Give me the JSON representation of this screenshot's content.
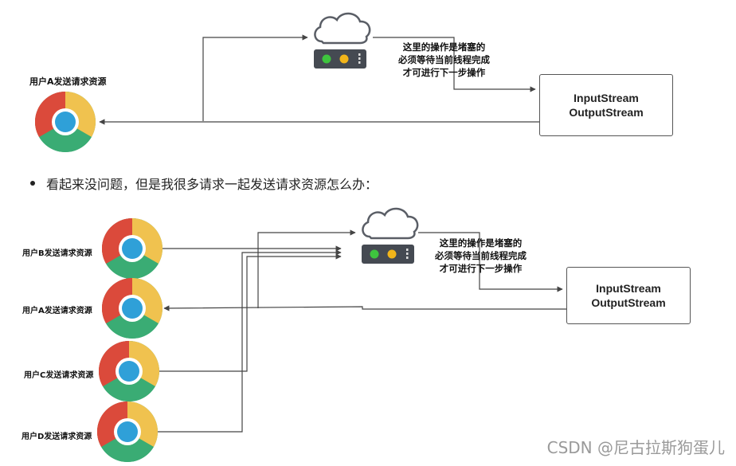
{
  "top": {
    "user_label": "用户A发送请求资源",
    "note_lines": [
      "这里的操作是堵塞的",
      "必须等待当前线程完成",
      "才可进行下一步操作"
    ],
    "stream_box": [
      "InputStream",
      "OutputStream"
    ]
  },
  "bullet": {
    "text": "看起来没问题，但是我很多请求一起发送请求资源怎么办："
  },
  "bottom": {
    "users": [
      {
        "label": "用户B发送请求资源"
      },
      {
        "label": "用户A发送请求资源"
      },
      {
        "label": "用户C发送请求资源"
      },
      {
        "label": "用户D发送请求资源"
      }
    ],
    "note_lines": [
      "这里的操作是堵塞的",
      "必须等待当前线程完成",
      "才可进行下一步操作"
    ],
    "stream_box": [
      "InputStream",
      "OutputStream"
    ]
  },
  "watermark": "CSDN @尼古拉斯狗蛋儿",
  "colors": {
    "chrome_red": "#db4a3b",
    "chrome_yellow": "#f0c24f",
    "chrome_green": "#3aac74",
    "chrome_blue": "#2fa0d8",
    "server_body": "#454a52",
    "led_green": "#3ec43e",
    "led_yellow": "#f2b51a"
  }
}
